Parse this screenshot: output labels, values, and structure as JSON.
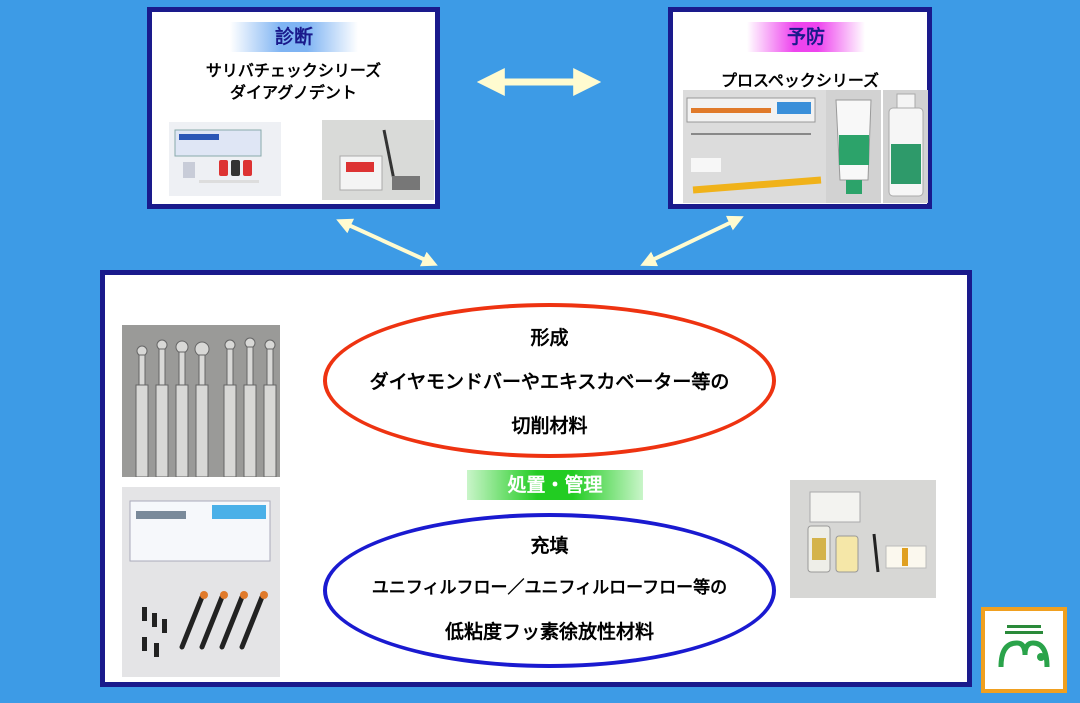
{
  "diagnosis": {
    "tag": "診断",
    "line1": "サリバチェックシリーズ",
    "line2": "ダイアグノデント"
  },
  "prevention": {
    "tag": "予防",
    "line1": "プロスペックシリーズ"
  },
  "treatment": {
    "tag": "処置・管理",
    "forming": {
      "title": "形成",
      "line1": "ダイヤモンドバーやエキスカベーター等の",
      "line2": "切削材料"
    },
    "filling": {
      "title": "充填",
      "line1": "ユニフィルフロー／ユニフィルローフロー等の",
      "line2": "低粘度フッ素徐放性材料"
    }
  },
  "colors": {
    "background": "#3d9be6",
    "box_border": "#1a1a8c",
    "forming_ellipse": "#ee3311",
    "filling_ellipse": "#1a1ad0",
    "arrow": "#fffbd0",
    "logo_border": "#f0a020"
  }
}
